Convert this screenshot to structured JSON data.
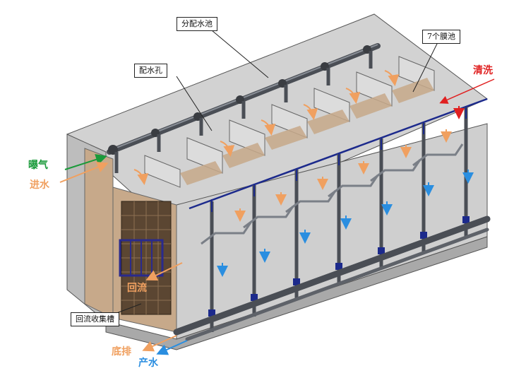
{
  "labels": {
    "distribution_tank": "分配水池",
    "distribution_hole": "配水孔",
    "membrane_tanks": "7个膜池",
    "return_channel": "回流收集槽"
  },
  "flows": {
    "aeration": "曝气",
    "inlet": "进水",
    "cleaning": "清洗",
    "return_flow": "回流",
    "bottom_drain": "底排",
    "product_water": "产水"
  },
  "colors": {
    "aeration": "#1a9a3a",
    "inlet": "#f0a060",
    "cleaning": "#e02020",
    "return_flow": "#f0a060",
    "bottom_drain": "#f0a060",
    "product_water": "#2a8ee0",
    "concrete": "#c9c9c9",
    "water": "#c7a98a",
    "pipe": "#4a4e55",
    "blue_pipe": "#1c2a8c"
  },
  "tank_count": 7
}
